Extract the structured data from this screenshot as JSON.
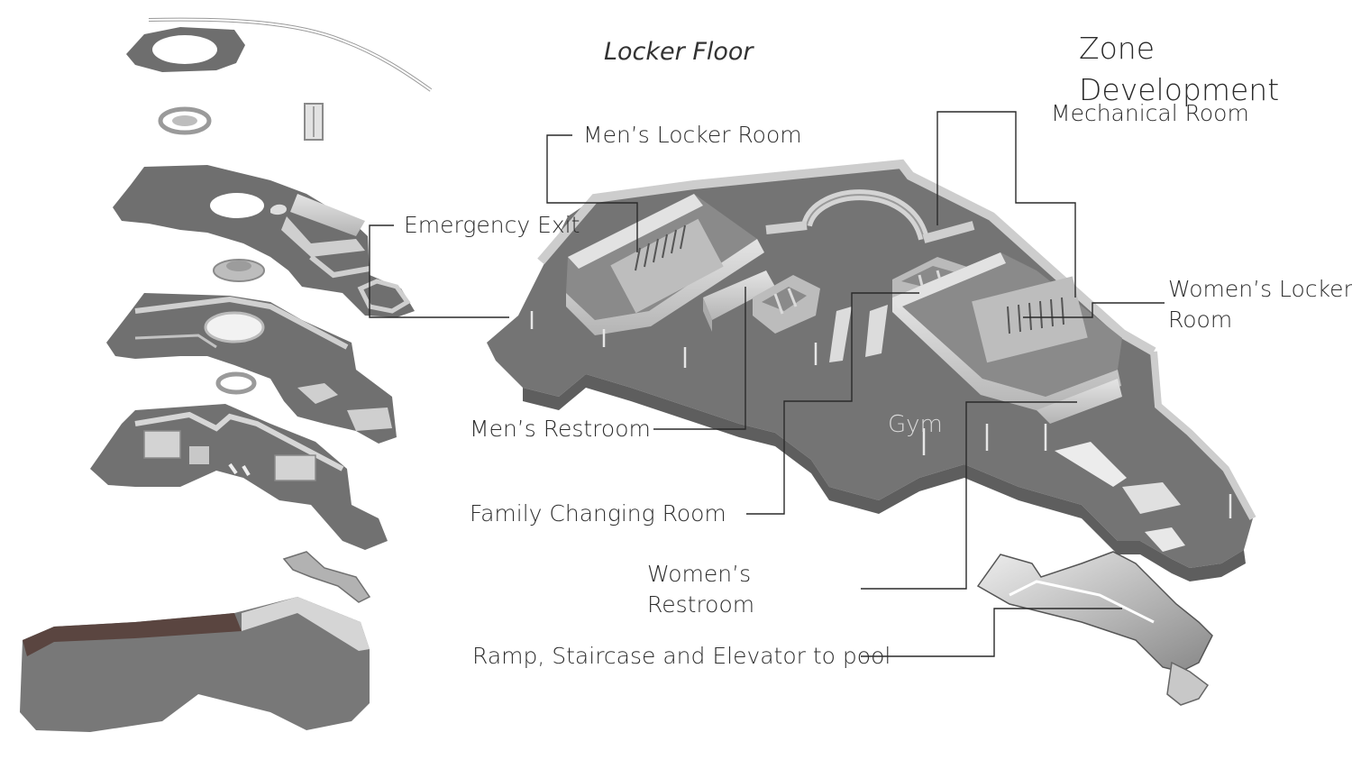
{
  "title": {
    "line1": "Zone",
    "line2": "Development"
  },
  "subtitle": "Locker Floor",
  "labels": {
    "mens_locker_room": "Men’s Locker Room",
    "mechanical_room": "Mechanical Room",
    "emergency_exit": "Emergency Exit",
    "womens_locker_room_line1": "Women’s Locker",
    "womens_locker_room_line2": "Room",
    "mens_restroom": "Men’s Restroom",
    "gym": "Gym",
    "family_changing_room": "Family Changing Room",
    "womens_restroom_line1": "Women’s",
    "womens_restroom_line2": "Restroom",
    "ramp_staircase_elevator": "Ramp, Staircase and Elevator to pool"
  },
  "colors": {
    "floor": "#747474",
    "floor_dark": "#5e5e5e",
    "wall": "#d6d6d6",
    "wall_shadow": "#a8a8a8",
    "leader_line": "#2a2a2a",
    "brown_wall": "#5a4540"
  }
}
